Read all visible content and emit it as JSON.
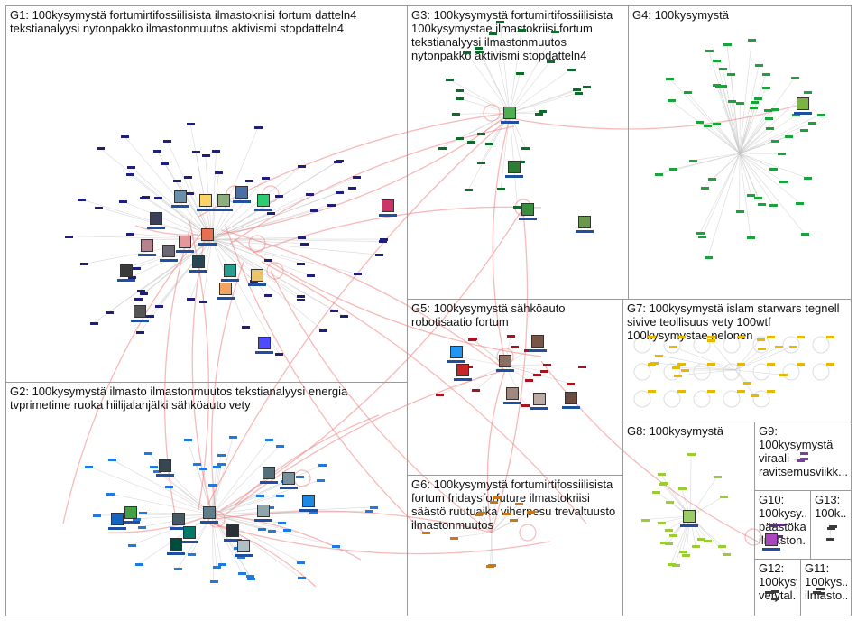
{
  "groups": [
    {
      "id": "G1",
      "label": "G1: 100kysymystä fortumirtifossiilisista ilmastokriisi fortum datteln4\ntekstianalyysi nytonpakko ilmastonmuutos aktivismi stopdatteln4",
      "node_color": "#1f1f7a"
    },
    {
      "id": "G2",
      "label": "G2: 100kysymystä ilmasto ilmastonmuutos tekstianalyysi energia\ntvprimetime ruoka hiilijalanjälki sähköauto vety",
      "node_color": "#1f7ae0"
    },
    {
      "id": "G3",
      "label": "G3: 100kysymystä fortumirtifossiilisista\n100kysymystae ilmastokriisi fortum\ntekstianalyysi ilmastonmuutos\nnytonpakko aktivismi stopdatteln4",
      "node_color": "#0f6b2a"
    },
    {
      "id": "G4",
      "label": "G4: 100kysymystä",
      "node_color": "#1aa33a"
    },
    {
      "id": "G5",
      "label": "G5: 100kysymystä sähköauto\nrobotisaatio fortum",
      "node_color": "#a3161f"
    },
    {
      "id": "G6",
      "label": "G6: 100kysymystä fortumirtifossiilisista\nfortum fridaysforfuture ilmastokriisi\nsäästö ruutuaika viherpesu trevaltuusto\nilmastonmuutos",
      "node_color": "#c7781a"
    },
    {
      "id": "G7",
      "label": "G7: 100kysymystä islam starwars tegnell\nsivive teollisuus vety 100wtf\n100kysymystae nelonen",
      "node_color": "#e6b800"
    },
    {
      "id": "G8",
      "label": "G8: 100kysymystä",
      "node_color": "#9acd32"
    },
    {
      "id": "G9",
      "label": "G9:\n100kysymystä\nviraali\nravitsemusviikk...",
      "node_color": "#7a3fa0"
    },
    {
      "id": "G10",
      "label": "G10:\n100kysy...\npäästöka...\nilmaston...",
      "node_color": "#5a2d82"
    },
    {
      "id": "G13",
      "label": "G13:\n100k...",
      "node_color": "#3a3a3a"
    },
    {
      "id": "G12",
      "label": "G12:\n100kysy...\nvetytal...",
      "node_color": "#3a3a3a"
    },
    {
      "id": "G11",
      "label": "G11:\n100kys...\nilmasto...",
      "node_color": "#3a3a3a"
    }
  ],
  "colors": {
    "edge_light": "#c8c8c8",
    "edge_strong": "#f08080",
    "border": "#9a9a9a"
  }
}
